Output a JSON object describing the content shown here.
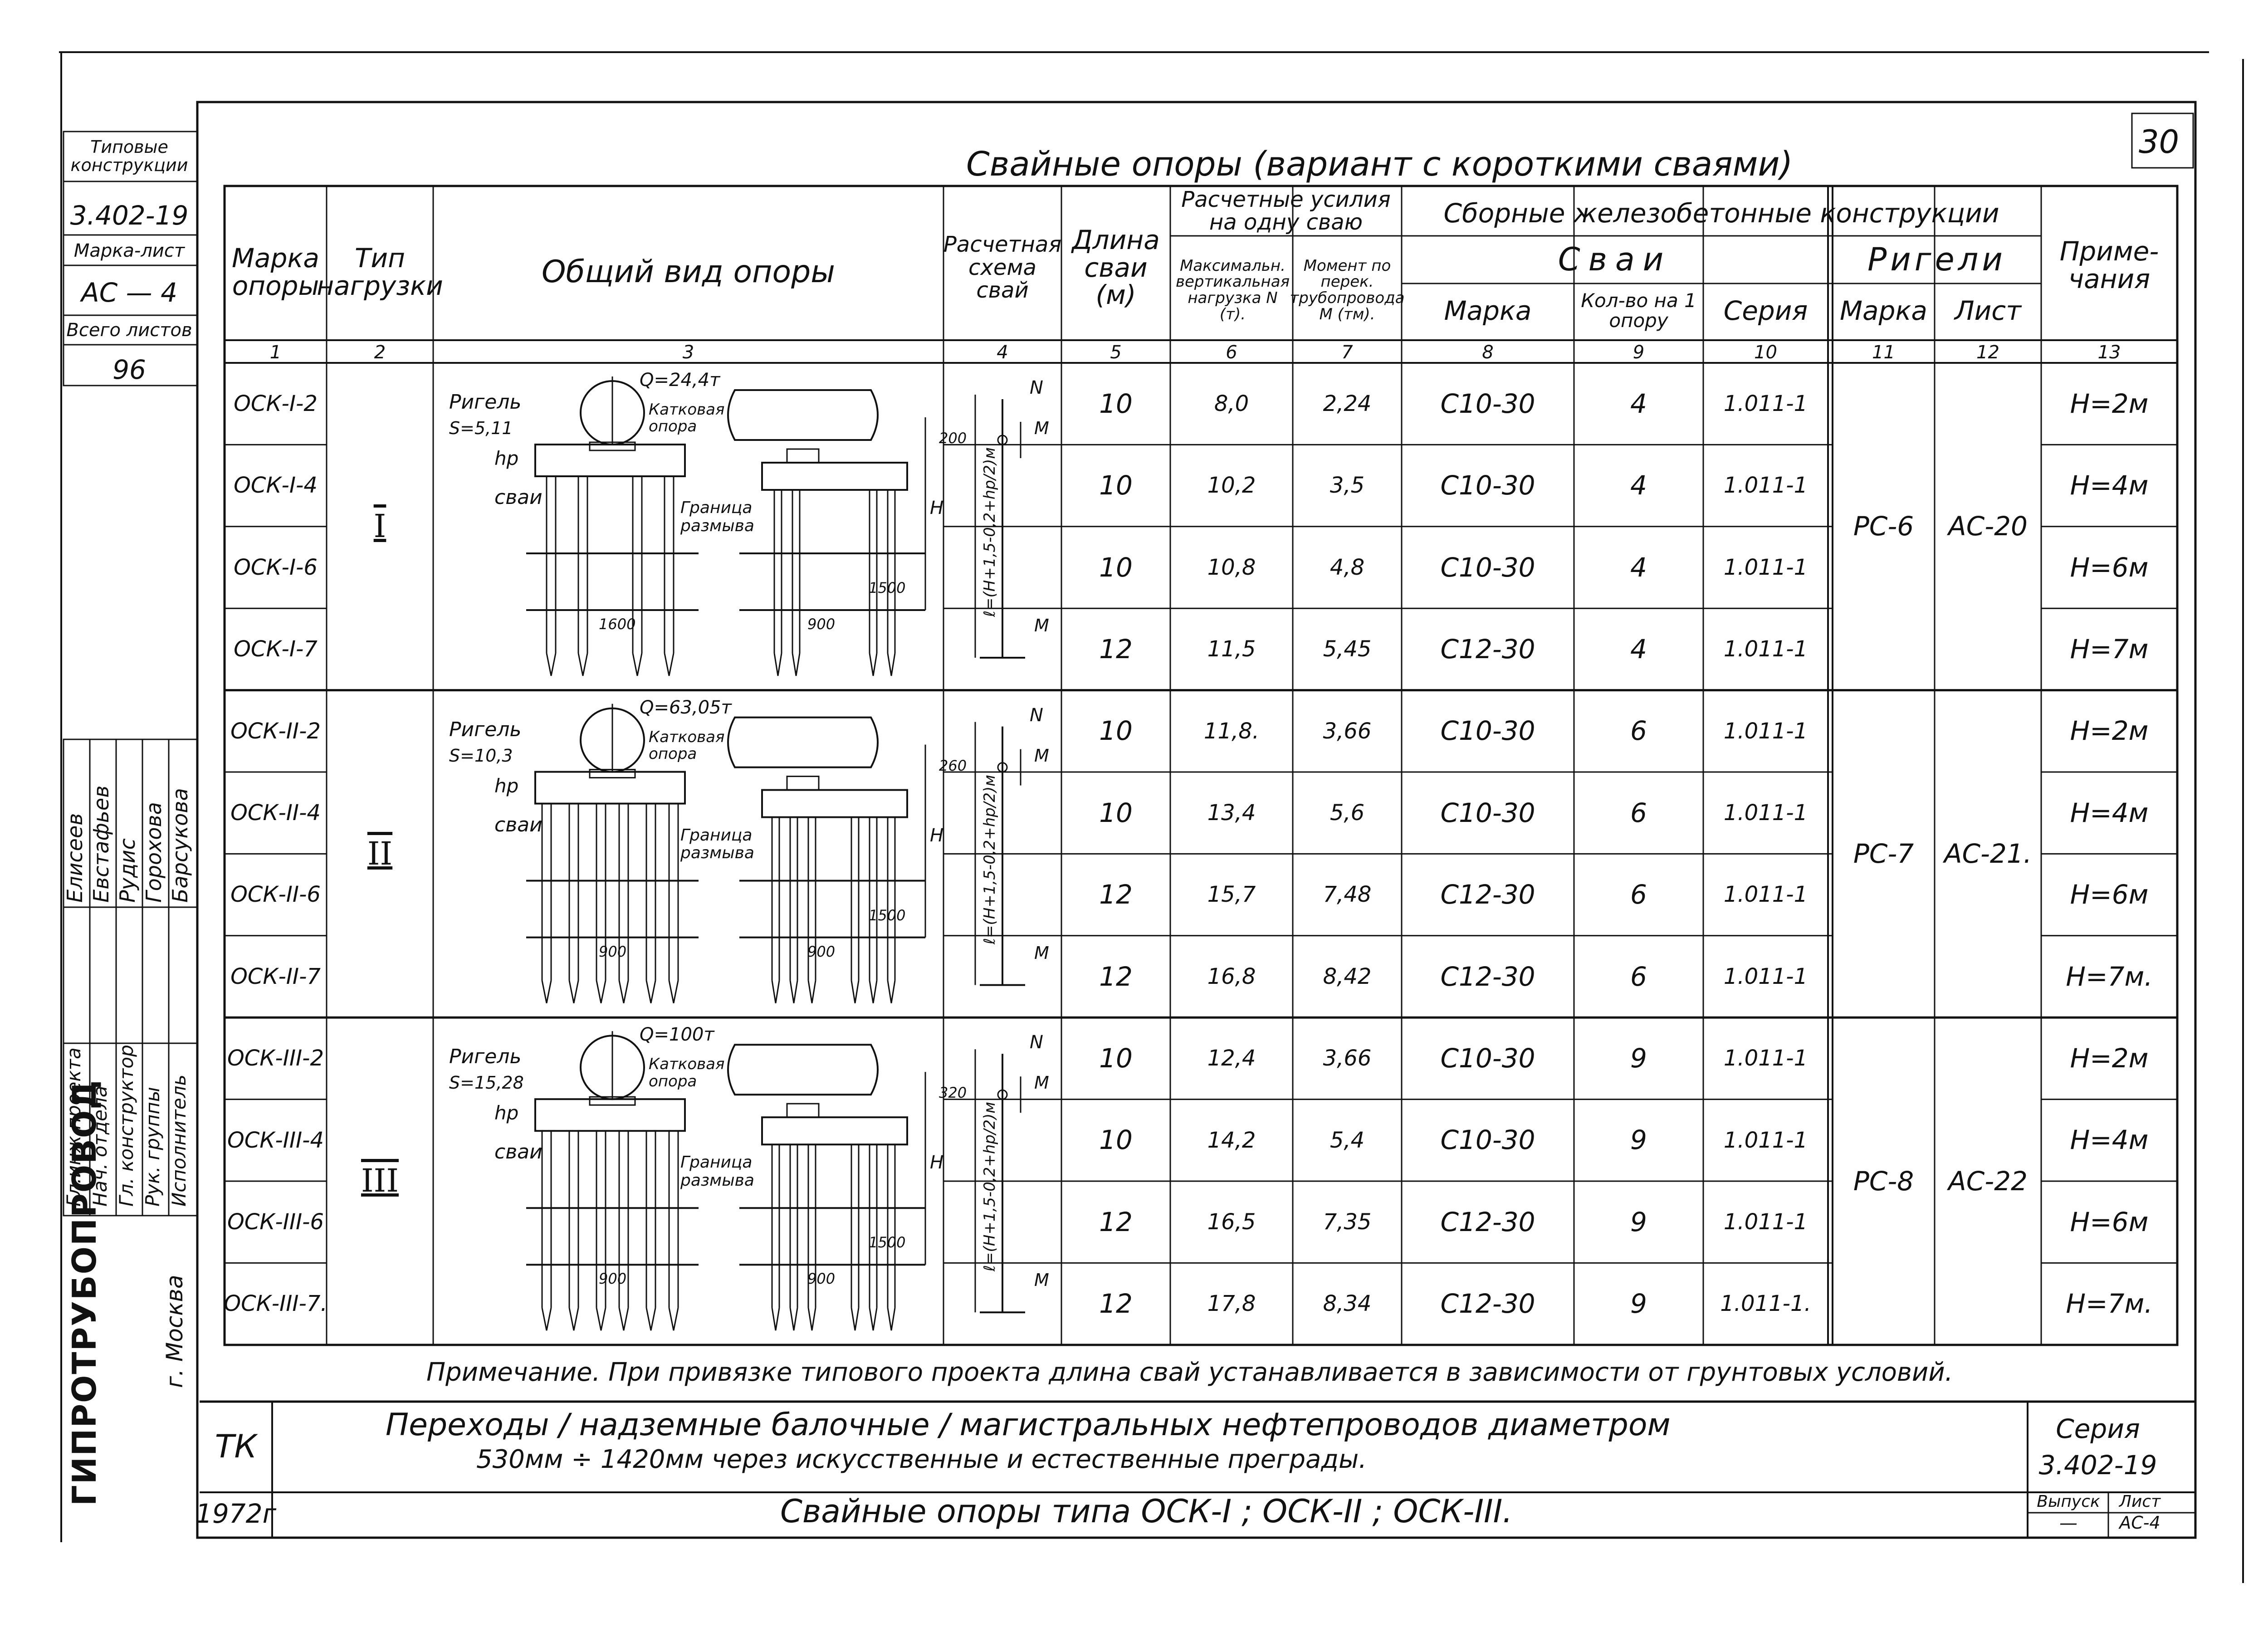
{
  "sheet_number": "30",
  "title": "Свайные опоры (вариант с короткими сваями)",
  "side_stamp": {
    "typical_label": "Типовые конструкции",
    "series": "3.402-19",
    "mark_sheet_label": "Марка-лист",
    "mark_sheet": "АС — 4",
    "total_sheets_label": "Всего листов",
    "total_sheets": "96",
    "roles": [
      "Гл.инж.проекта",
      "Нач. отдела",
      "Гл. конструктор",
      "Рук. группы",
      "Исполнитель"
    ],
    "names": [
      "Елисеев",
      "Евстафьев",
      "Рудис",
      "Горохова",
      "Барсукова"
    ],
    "organization": "ГИПРОТРУБОПРОВОД",
    "city": "г. Москва"
  },
  "table": {
    "headers": {
      "mark": "Марка опоры",
      "load_type": "Тип нагрузки",
      "general_view": "Общий вид опоры",
      "calc_scheme": "Расчетная схема свай",
      "length": "Длина сваи (м)",
      "forces": "Расчетные усилия на одну сваю",
      "max_vertical": "Максимальн. вертикальная нагрузка N (т).",
      "moment": "Момент по перек. трубопровода М (тм).",
      "precast": "Сборные железобетонные конструкции",
      "piles": "Сваи",
      "pile_mark": "Марка",
      "pile_count": "Кол-во на 1 опору",
      "pile_series": "Серия",
      "girders": "Ригели",
      "girder_mark": "Марка",
      "girder_sheet": "Лист",
      "notes": "Приме- чания"
    },
    "column_numbers": [
      "1",
      "2",
      "3",
      "4",
      "5",
      "6",
      "7",
      "8",
      "9",
      "10",
      "11",
      "12",
      "13"
    ],
    "groups": [
      {
        "load_type": "I",
        "girder_mark": "РС-6",
        "girder_sheet": "АС-20",
        "rows": [
          {
            "mark": "ОСК-I-2",
            "length": "10",
            "n": "8,0",
            "m": "2,24",
            "pile": "С10-30",
            "count": "4",
            "series": "1.011-1",
            "note": "H=2м"
          },
          {
            "mark": "ОСК-I-4",
            "length": "10",
            "n": "10,2",
            "m": "3,5",
            "pile": "С10-30",
            "count": "4",
            "series": "1.011-1",
            "note": "H=4м"
          },
          {
            "mark": "ОСК-I-6",
            "length": "10",
            "n": "10,8",
            "m": "4,8",
            "pile": "С10-30",
            "count": "4",
            "series": "1.011-1",
            "note": "H=6м"
          },
          {
            "mark": "ОСК-I-7",
            "length": "12",
            "n": "11,5",
            "m": "5,45",
            "pile": "С12-30",
            "count": "4",
            "series": "1.011-1",
            "note": "H=7м"
          }
        ]
      },
      {
        "load_type": "II",
        "girder_mark": "РС-7",
        "girder_sheet": "АС-21.",
        "rows": [
          {
            "mark": "ОСК-II-2",
            "length": "10",
            "n": "11,8.",
            "m": "3,66",
            "pile": "С10-30",
            "count": "6",
            "series": "1.011-1",
            "note": "H=2м"
          },
          {
            "mark": "ОСК-II-4",
            "length": "10",
            "n": "13,4",
            "m": "5,6",
            "pile": "С10-30",
            "count": "6",
            "series": "1.011-1",
            "note": "H=4м"
          },
          {
            "mark": "ОСК-II-6",
            "length": "12",
            "n": "15,7",
            "m": "7,48",
            "pile": "С12-30",
            "count": "6",
            "series": "1.011-1",
            "note": "H=6м"
          },
          {
            "mark": "ОСК-II-7",
            "length": "12",
            "n": "16,8",
            "m": "8,42",
            "pile": "С12-30",
            "count": "6",
            "series": "1.011-1",
            "note": "H=7м."
          }
        ]
      },
      {
        "load_type": "III",
        "girder_mark": "РС-8",
        "girder_sheet": "АС-22",
        "rows": [
          {
            "mark": "ОСК-III-2",
            "length": "10",
            "n": "12,4",
            "m": "3,66",
            "pile": "С10-30",
            "count": "9",
            "series": "1.011-1",
            "note": "H=2м"
          },
          {
            "mark": "ОСК-III-4",
            "length": "10",
            "n": "14,2",
            "m": "5,4",
            "pile": "С10-30",
            "count": "9",
            "series": "1.011-1",
            "note": "H=4м"
          },
          {
            "mark": "ОСК-III-6",
            "length": "12",
            "n": "16,5",
            "m": "7,35",
            "pile": "С12-30",
            "count": "9",
            "series": "1.011-1",
            "note": "H=6м"
          },
          {
            "mark": "ОСК-III-7.",
            "length": "12",
            "n": "17,8",
            "m": "8,34",
            "pile": "С12-30",
            "count": "9",
            "series": "1.011-1.",
            "note": "H=7м."
          }
        ]
      }
    ]
  },
  "drawings": [
    {
      "load": "Q=24,4т",
      "spacing": "S=5,11",
      "girder": "Ригель",
      "roller": "Катковая опора",
      "hp": "hp",
      "piles": "сваи",
      "scour": "Граница размыва",
      "dim_a": "200",
      "dim_b": "1500",
      "dim_c": "1600",
      "dim_d": "900",
      "h": "H",
      "formula": "ℓ=(H+1,5-0,2+hp/2)м",
      "n": "N",
      "m": "М"
    },
    {
      "load": "Q=63,05т",
      "spacing": "S=10,3",
      "girder": "Ригель",
      "roller": "Катковая опора",
      "hp": "hp",
      "piles": "сваи",
      "scour": "Граница размыва",
      "dim_a": "260",
      "dim_b": "1500",
      "dim_c": "900",
      "dim_d": "900",
      "h": "H",
      "formula": "ℓ=(H+1,5-0,2+hp/2)м",
      "n": "N",
      "m": "М"
    },
    {
      "load": "Q=100т",
      "spacing": "S=15,28",
      "girder": "Ригель",
      "roller": "Катковая опора",
      "hp": "hp",
      "piles": "сваи",
      "scour": "Граница размыва",
      "dim_a": "320",
      "dim_b": "1500",
      "dim_c": "900",
      "dim_d": "900",
      "h": "H",
      "formula": "ℓ=(H+1,5-0,2+hp/2)м",
      "n": "N",
      "m": "М"
    }
  ],
  "note": "Примечание.  При привязке типового проекта  длина свай устанавливается в зависимости от грунтовых условий.",
  "title_block": {
    "tk": "ТК",
    "year": "1972г",
    "main_line1": "Переходы / надземные балочные / магистральных нефтепроводов диаметром",
    "main_line2": "530мм ÷ 1420мм  через  искусственные и естественные преграды.",
    "subtitle": "Свайные опоры типа ОСК-I ; ОСК-II ; ОСК-III.",
    "series_label": "Серия",
    "series": "3.402-19",
    "issue_label": "Выпуск",
    "issue": "—",
    "sheet_label": "Лист",
    "sheet": "АС-4"
  }
}
